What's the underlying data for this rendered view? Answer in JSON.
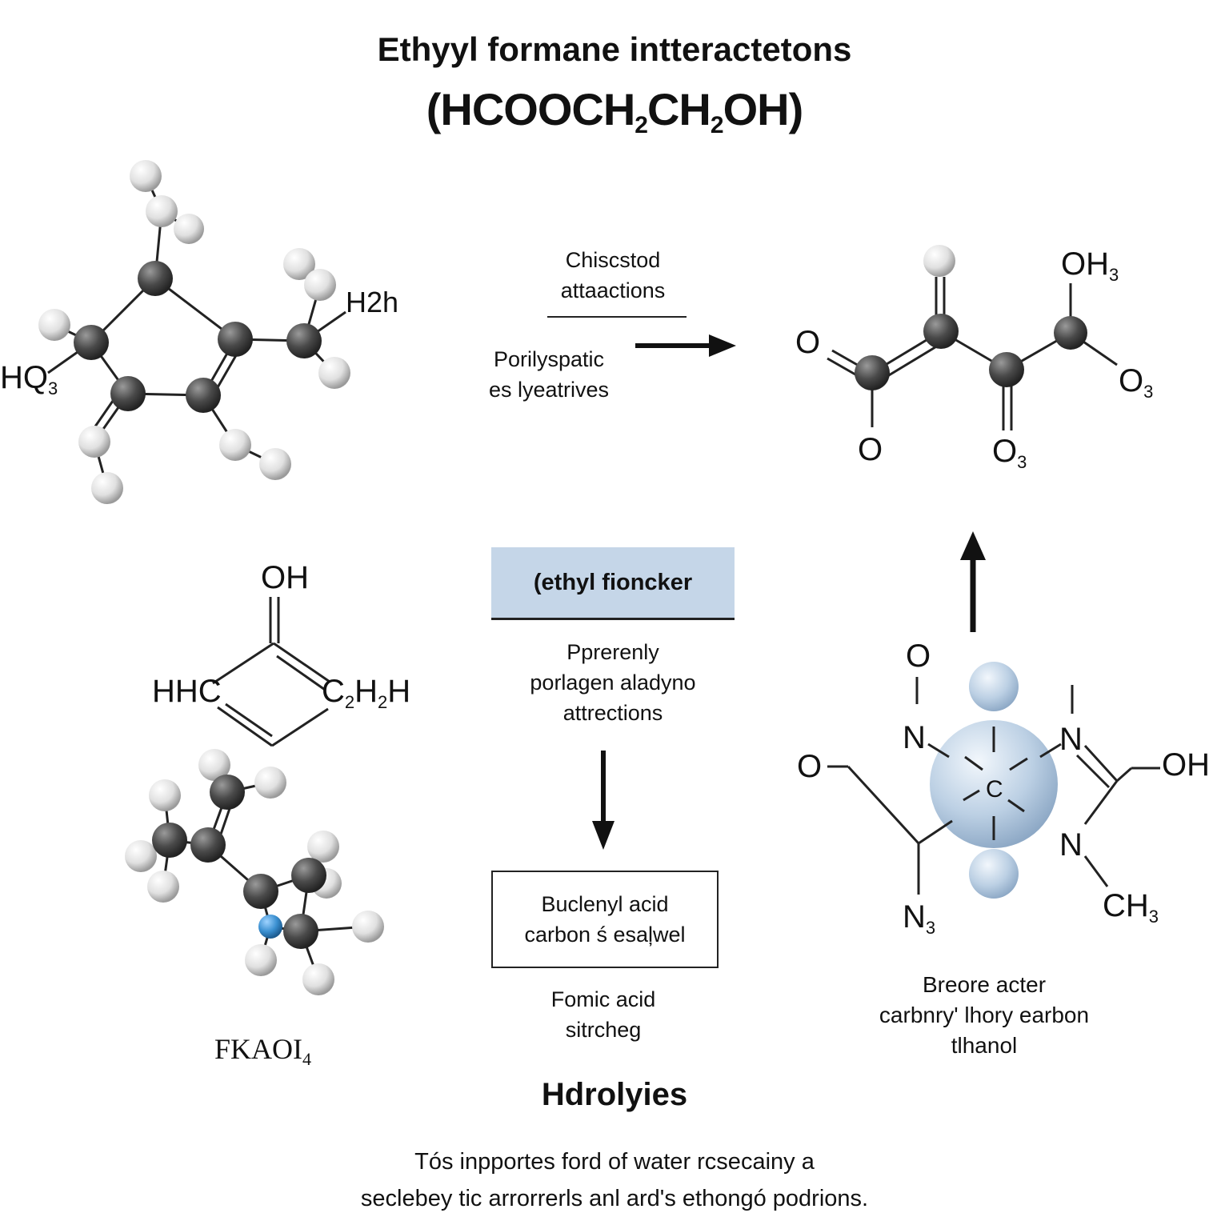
{
  "title": "Ethyyl formane intteractetons",
  "formula": {
    "prefix": "(HCOOCH",
    "sub1": "2",
    "mid": "CH",
    "sub2": "2",
    "suffix": "OH)"
  },
  "mol1": {
    "label_hq": "HQ",
    "label_hq_sub": "3",
    "label_h2h": "H2h"
  },
  "center_top": {
    "line1": "Chiscstod",
    "line2": "attaactions",
    "line3": "Porilyspatic",
    "line4": "es lyeatrives"
  },
  "mol2": {
    "label_o_left": "O",
    "label_o_bottom": "O",
    "label_o3_bottom": "O",
    "label_o3_bottom_sub": "3",
    "label_oh3": "OH",
    "label_oh3_sub": "3",
    "label_o3_right": "O",
    "label_o3_right_sub": "3"
  },
  "mol3": {
    "label_oh": "OH",
    "label_hhc": "HHC",
    "label_c2h": "C",
    "label_c2h_sub": "2",
    "label_c2h_rest": "H",
    "label_c2h_sub2": "2",
    "label_c2h_end": "H"
  },
  "center_box": {
    "label": "(ethyl fioncker",
    "caption1": "Pprerenly",
    "caption2": "porlagen aladyno",
    "caption3": "attrections"
  },
  "mol4": {
    "label": "FKAOI",
    "label_sub": "4"
  },
  "bottom_box": {
    "line1": "Buclenyl acid",
    "line2": "carbon ś esaļwel",
    "caption1": "Fomic acid",
    "caption2": "sitrcheg"
  },
  "mol5": {
    "label_o_top": "O",
    "label_n_left": "N",
    "label_o_left": "O",
    "label_n3": "N",
    "label_n3_sub": "3",
    "label_c": "C",
    "label_n_right": "N",
    "label_oh": "OH",
    "label_n_lower": "N",
    "label_ch3": "CH",
    "label_ch3_sub": "3"
  },
  "mol5_caption": {
    "line1": "Breore acter",
    "line2": "carbnry' lhory earbon",
    "line3": "tlhanol"
  },
  "section_heading": "Hdrolyies",
  "footer": {
    "line1": "Tós inpportes ford of water rcsecainy a",
    "line2": "seclebey tic arrorrerls anl ard's ethongó podrions."
  },
  "colors": {
    "carbon": "#4a4a4a",
    "hydrogen": "#e6e6e6",
    "nitrogen": "#3a8fd0",
    "highlight_box": "#c5d6e8",
    "sphere": "#bcd0e4"
  }
}
